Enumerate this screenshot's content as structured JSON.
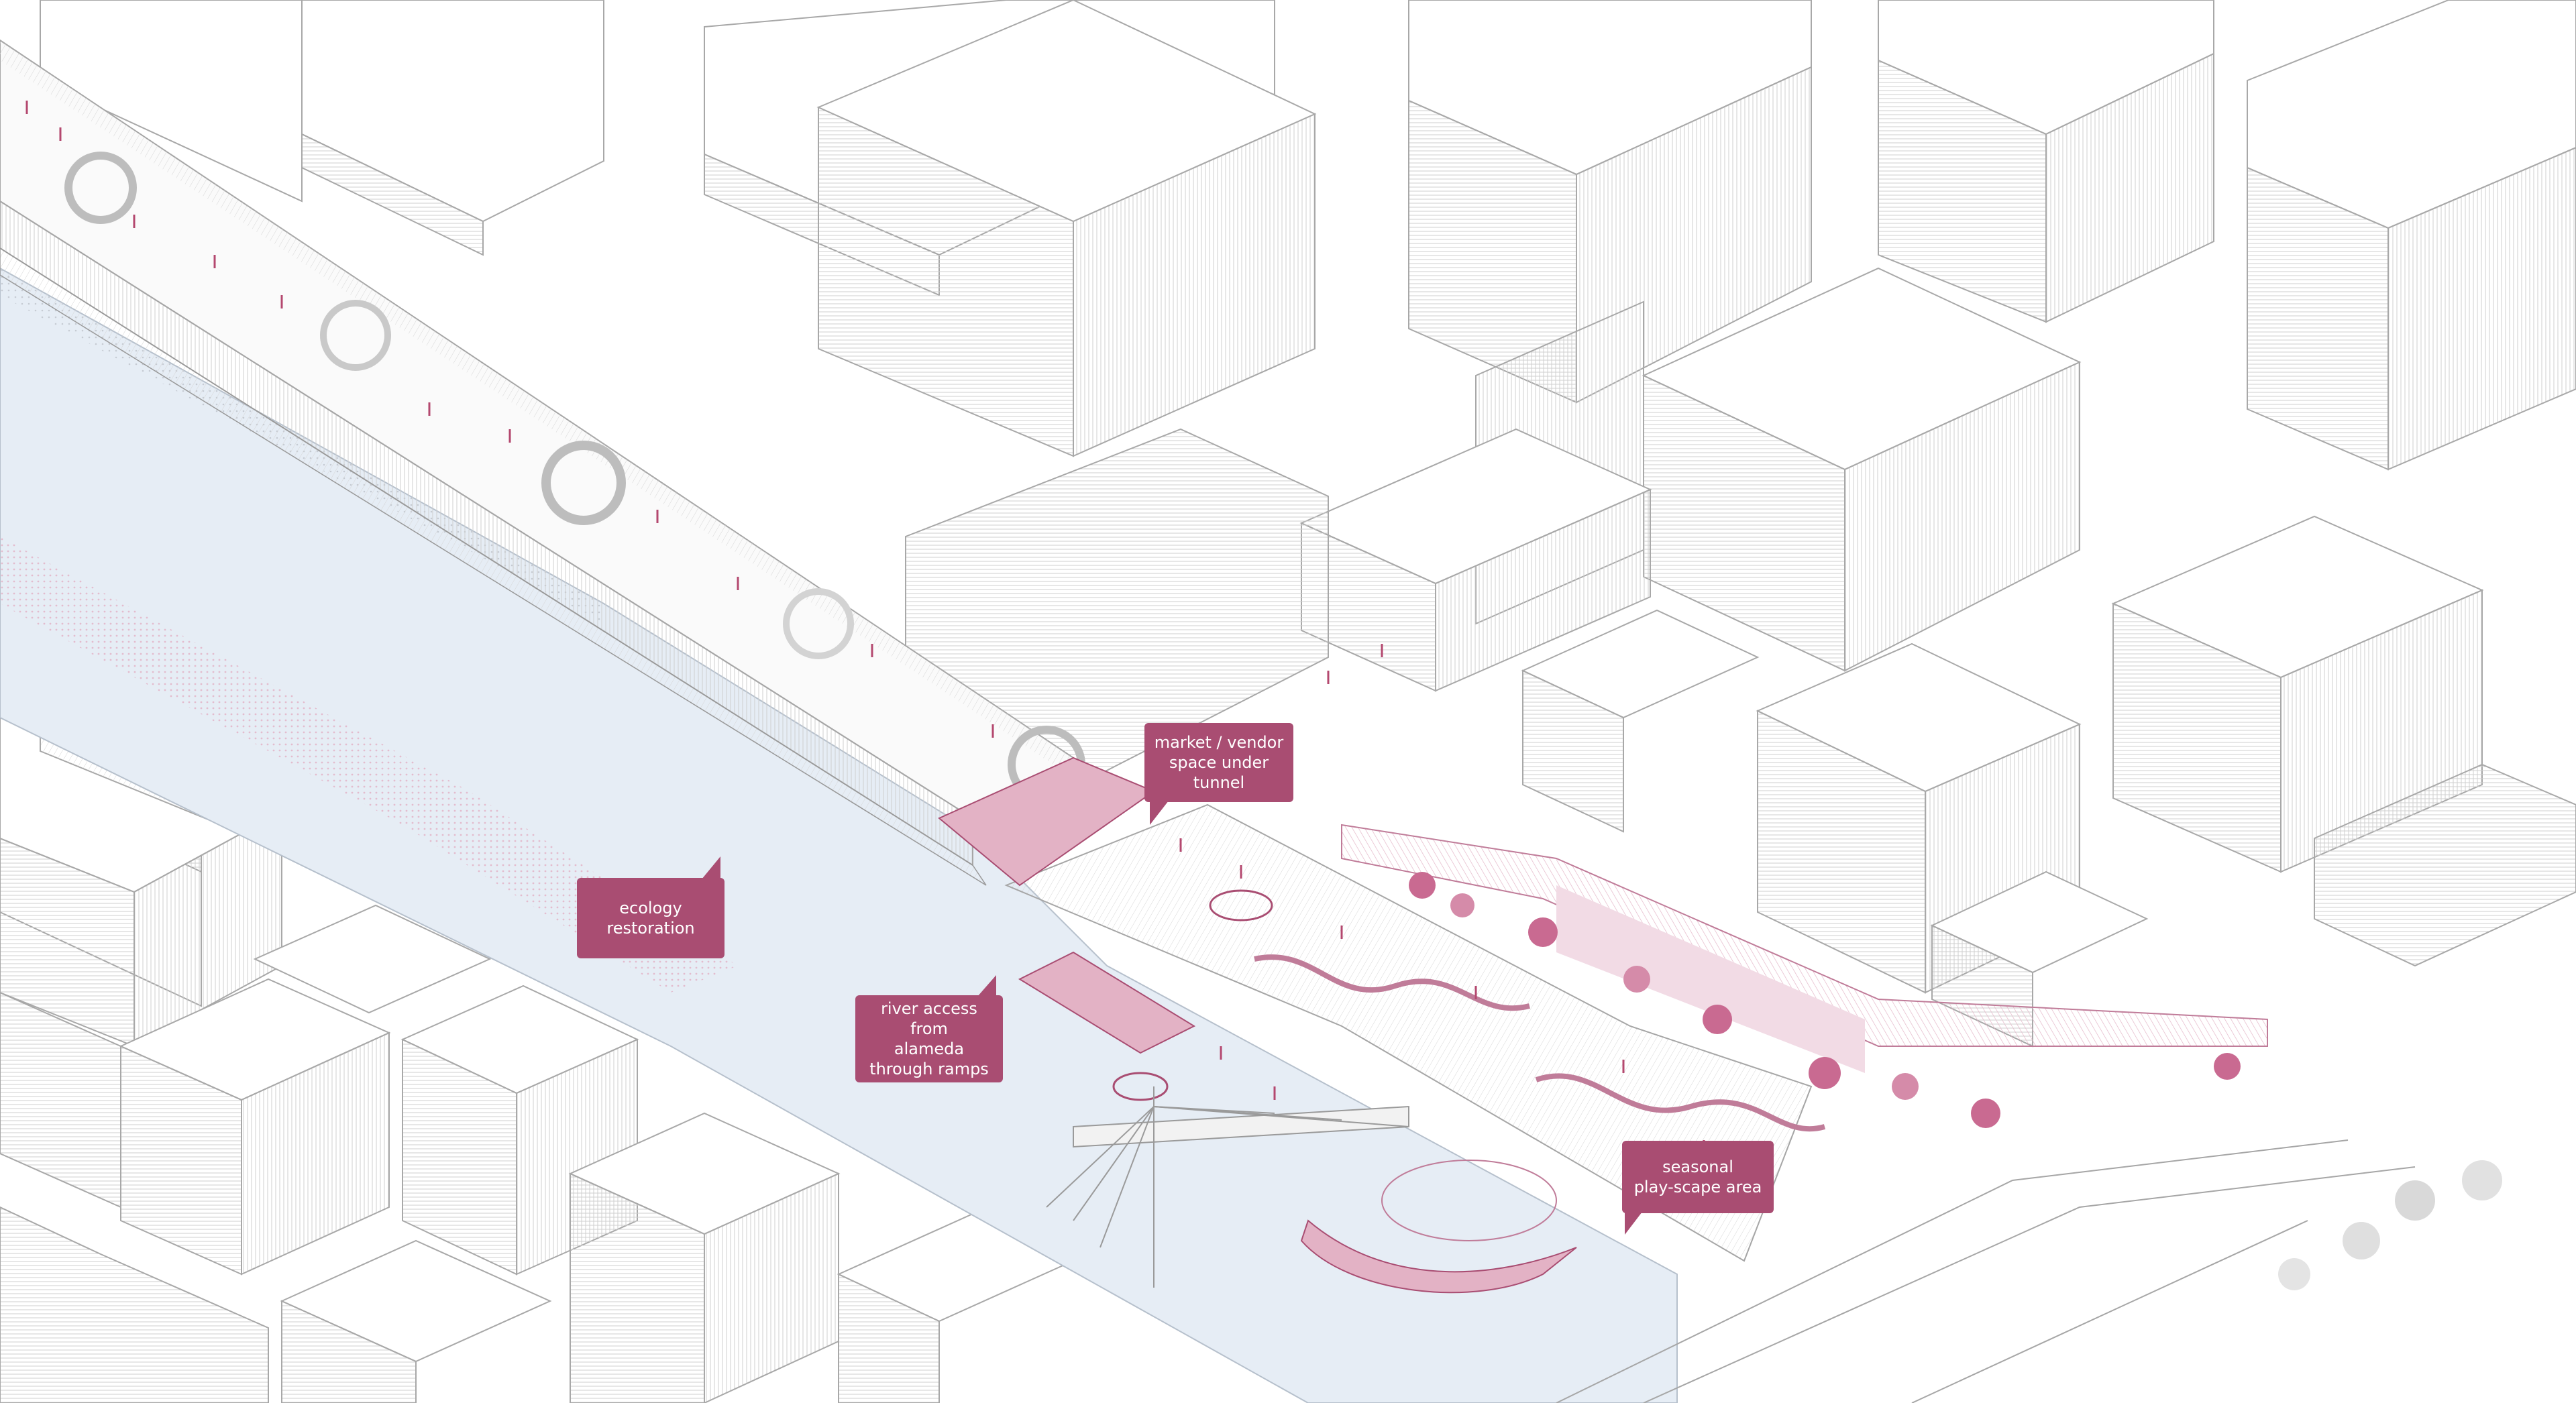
{
  "labels": {
    "market": "market / vendor\nspace under\ntunnel",
    "ecology": "ecology\nrestoration",
    "river_access": "river access from\nalameda\nthrough ramps",
    "seasonal": "seasonal\nplay-scape area"
  },
  "colors": {
    "accent": "#a94d72",
    "accent_light": "#e8c5d3",
    "water": "#e6edf5",
    "line": "#9a9a9a",
    "hatch": "#c9c9c9"
  }
}
